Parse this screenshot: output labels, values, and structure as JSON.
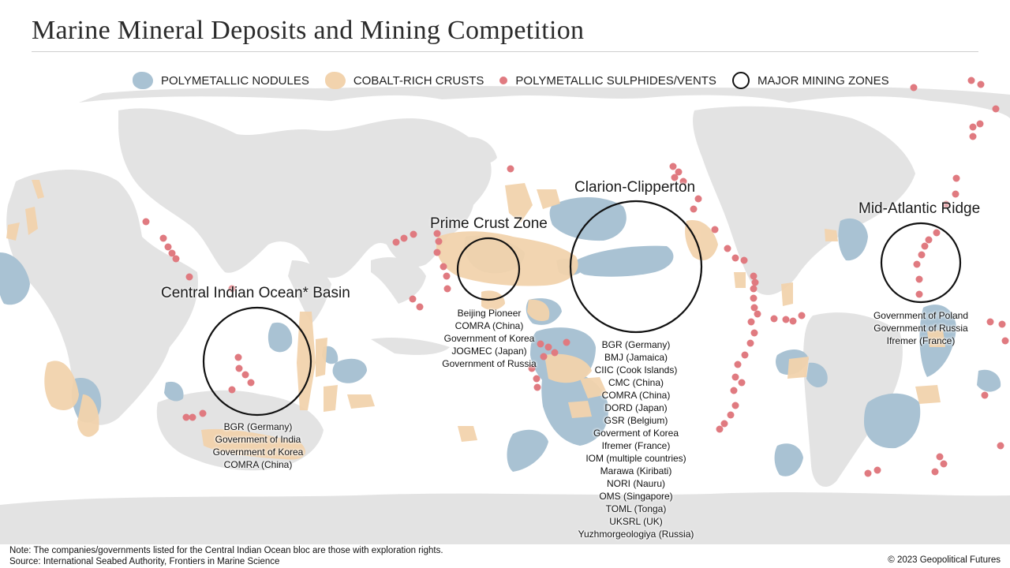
{
  "title": "Marine Mineral Deposits and Mining Competition",
  "legend": {
    "nodules": "POLYMETALLIC NODULES",
    "crusts": "COBALT-RICH CRUSTS",
    "sulphides": "POLYMETALLIC SULPHIDES/VENTS",
    "zones": "MAJOR MINING ZONES"
  },
  "colors": {
    "nodules": "#a9c2d3",
    "crusts": "#f2d3ad",
    "sulphides": "#e07a80",
    "land": "#e3e3e3",
    "zone_ring": "#111111"
  },
  "zones": {
    "central_indian": {
      "title": "Central Indian Ocean* Basin",
      "operators": [
        "BGR (Germany)",
        "Government of India",
        "Government of Korea",
        "COMRA (China)"
      ]
    },
    "prime_crust": {
      "title": "Prime Crust Zone",
      "operators": [
        "Beijing Pioneer",
        "COMRA (China)",
        "Government of Korea",
        "JOGMEC (Japan)",
        "Government of Russia"
      ]
    },
    "clarion_clipperton": {
      "title": "Clarion-Clipperton",
      "operators": [
        "BGR (Germany)",
        "BMJ (Jamaica)",
        "CIIC (Cook Islands)",
        "CMC (China)",
        "COMRA (China)",
        "DORD (Japan)",
        "GSR (Belgium)",
        "Goverment of Korea",
        "Ifremer (France)",
        "IOM (multiple countries)",
        "Marawa (Kiribati)",
        "NORI (Nauru)",
        "OMS (Singapore)",
        "TOML (Tonga)",
        "UKSRL (UK)",
        "Yuzhmorgeologiya (Russia)"
      ]
    },
    "mid_atlantic": {
      "title": "Mid-Atlantic Ridge",
      "operators": [
        "Government of Poland",
        "Government of Russia",
        "Ifremer (France)"
      ]
    }
  },
  "footer": {
    "note": "Note: The companies/governments listed for the Central Indian Ocean bloc are those with exploration rights.",
    "source": "Source: International Seabed Authority, Frontiers in Marine Science",
    "credit": "© 2023 Geopolitical Futures"
  }
}
